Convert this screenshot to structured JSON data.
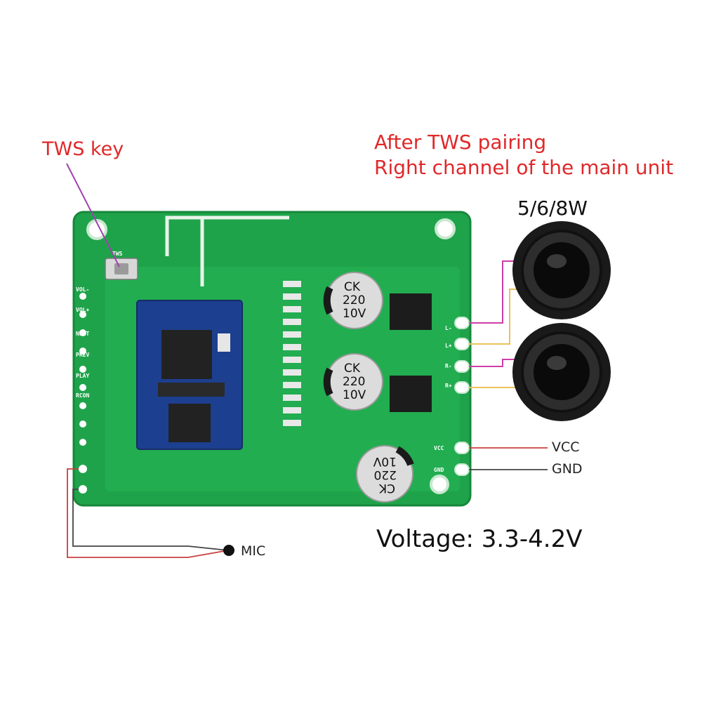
{
  "annotations": {
    "tws_key": "TWS key",
    "pairing_line1": "After TWS pairing",
    "pairing_line2": "Right channel of the main unit",
    "power_rating": "5/6/8W",
    "voltage": "Voltage: 3.3-4.2V",
    "vcc": "VCC",
    "gnd": "GND",
    "mic": "MIC"
  },
  "board_silkscreen": {
    "tws": "TWS",
    "pins_left": [
      "VOL-",
      "VOL+",
      "NEXT",
      "PREV",
      "PLAY",
      "RCON"
    ],
    "speaker_pins": [
      "L-",
      "L+",
      "R-",
      "R+"
    ],
    "power_pins": [
      "VCC",
      "GND"
    ]
  },
  "capacitors": [
    {
      "brand": "CK",
      "value": "220",
      "voltage": "10V"
    },
    {
      "brand": "CK",
      "value": "220",
      "voltage": "10V"
    },
    {
      "brand": "CK",
      "value": "220",
      "voltage": "10V"
    }
  ],
  "colors": {
    "pcb": "#1fa34a",
    "annotation": "#e0282a",
    "wire_magenta": "#cc3fa8",
    "wire_yellow": "#e8c25a"
  }
}
